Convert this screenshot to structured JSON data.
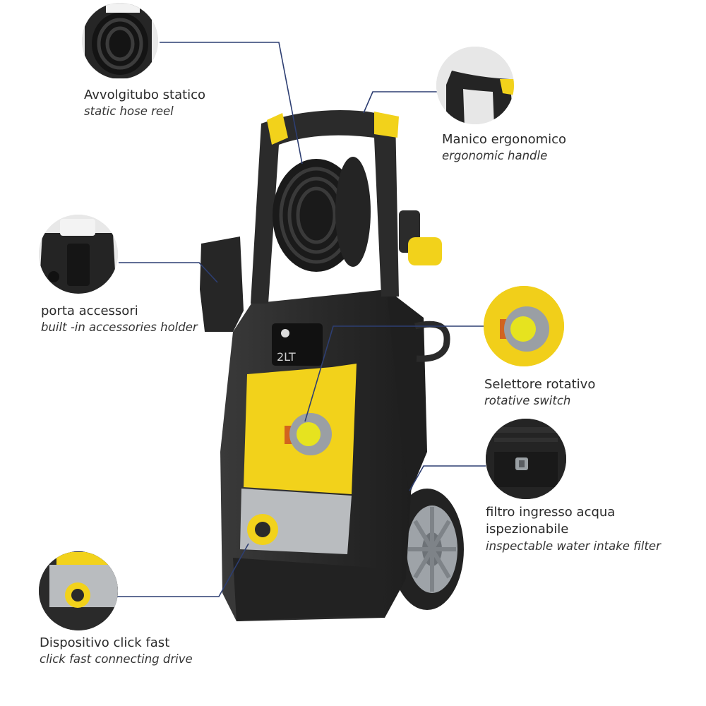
{
  "callouts": [
    {
      "id": "reel",
      "title": "Avvolgitubo statico",
      "subtitle": "static hose reel"
    },
    {
      "id": "handle",
      "title": "Manico ergonomico",
      "subtitle": "ergonomic handle"
    },
    {
      "id": "acc",
      "title": "porta accessori",
      "subtitle": "built -in accessories holder"
    },
    {
      "id": "switch",
      "title": "Selettore rotativo",
      "subtitle": "rotative switch"
    },
    {
      "id": "filter",
      "title": "filtro ingresso acqua ispezionabile",
      "subtitle": "inspectable water intake filter"
    },
    {
      "id": "click",
      "title": "Dispositivo click fast",
      "subtitle": "click fast connecting drive"
    }
  ],
  "device": {
    "badge_text": "2LT"
  },
  "colors": {
    "body": "#2b2b2b",
    "accent_yellow": "#f2d21b",
    "panel_grey": "#b9bcbf",
    "leader_line": "#2d3e72",
    "wheel_hub": "#9ea3a8"
  }
}
